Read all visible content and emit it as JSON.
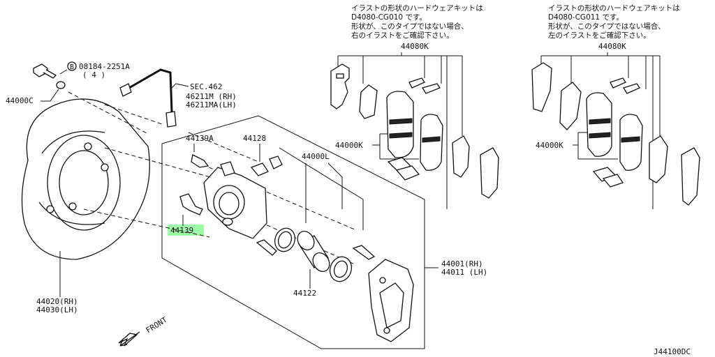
{
  "notes": {
    "left": [
      "イラストの形状のハードウェアキットは",
      "D4080-CG010 です。",
      "形状が、このタイプではない場合、",
      "右のイラストをご確認下さい。"
    ],
    "right": [
      "イラストの形状のハードウェアキットは",
      "D4080-CG011 です。",
      "形状が、このタイプではない場合、",
      "左のイラストをご確認下さい。"
    ]
  },
  "labels": {
    "kit_left": "44080K",
    "kit_right": "44080K",
    "pad_left": "44000K",
    "pad_right": "44000K",
    "bolt_part": "08184-2251A",
    "bolt_circle": "B",
    "bolt_qty": "( 4 )",
    "washer": "44000C",
    "sec": "SEC.462",
    "hose_rh": "46211M  (RH)",
    "hose_lh": "46211MA(LH)",
    "bleeder": "44139A",
    "cap": "44128",
    "seal_kit": "44000L",
    "pin_bolt": "44139",
    "piston": "44122",
    "caliper_rh": "44001(RH)",
    "caliper_lh": "44011 (LH)",
    "plate_rh": "44020(RH)",
    "plate_lh": "44030(LH)",
    "front": "FRONT",
    "diagram_id": "J44100DC"
  }
}
